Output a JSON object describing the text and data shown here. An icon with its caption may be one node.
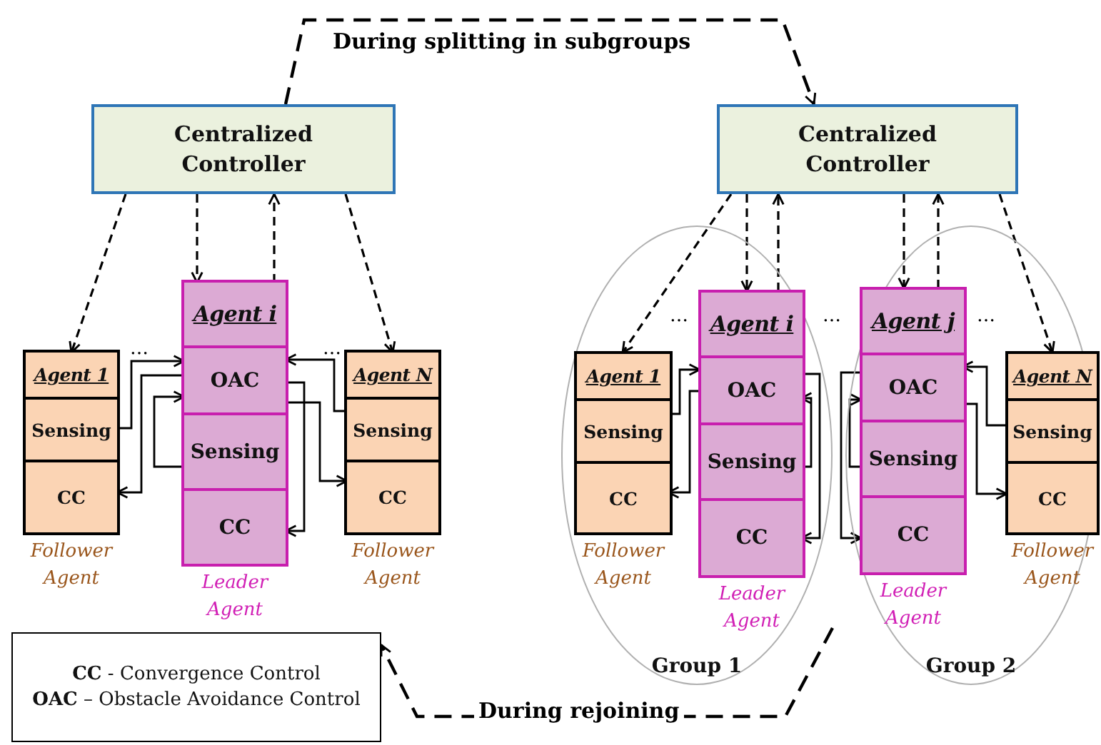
{
  "diagram": {
    "nodes": [
      {
        "text": [
          "Centralized Controller"
        ]
      },
      {
        "text": [],
        "shape": "box",
        "beside": [
          "Follower Agent"
        ]
      },
      {
        "text": [
          "Agent 1"
        ],
        "in": 1
      },
      {
        "text": [
          "Sensing"
        ],
        "in": 1
      },
      {
        "text": [
          "CC"
        ],
        "in": 1
      },
      {
        "text": [],
        "shape": "box",
        "beside": [
          "Leader Agent"
        ]
      },
      {
        "text": [
          "Agent i"
        ],
        "in": 5
      },
      {
        "text": [
          "OAC"
        ],
        "in": 5
      },
      {
        "text": [
          "Sensing"
        ],
        "in": 5
      },
      {
        "text": [
          "CC"
        ],
        "in": 5
      },
      {
        "text": [],
        "shape": "box",
        "beside": [
          "Follower Agent"
        ]
      },
      {
        "text": [
          "Agent N"
        ],
        "in": 10
      },
      {
        "text": [
          "Sensing"
        ],
        "in": 10
      },
      {
        "text": [
          "CC"
        ],
        "in": 10
      },
      {
        "text": [
          "Centralized Controller"
        ]
      },
      {
        "text": [
          "Group 1"
        ]
      },
      {
        "text": [],
        "shape": "box",
        "in": 15,
        "beside": [
          "Follower Agent"
        ]
      },
      {
        "text": [
          "Agent 1"
        ],
        "in": 16
      },
      {
        "text": [
          "Sensing"
        ],
        "in": 16
      },
      {
        "text": [
          "CC"
        ],
        "in": 16
      },
      {
        "text": [],
        "shape": "box",
        "in": 15,
        "beside": [
          "Leader Agent"
        ]
      },
      {
        "text": [
          "Agent i"
        ],
        "in": 20
      },
      {
        "text": [
          "OAC"
        ],
        "in": 20
      },
      {
        "text": [
          "Sensing"
        ],
        "in": 20
      },
      {
        "text": [
          "CC"
        ],
        "in": 20
      },
      {
        "text": [
          "Group 2"
        ]
      },
      {
        "text": [],
        "shape": "box",
        "in": 25,
        "beside": [
          "Leader Agent"
        ]
      },
      {
        "text": [
          "Agent j"
        ],
        "in": 26
      },
      {
        "text": [
          "OAC"
        ],
        "in": 26
      },
      {
        "text": [
          "Sensing"
        ],
        "in": 26
      },
      {
        "text": [
          "CC"
        ],
        "in": 26
      },
      {
        "text": [],
        "shape": "box",
        "in": 25,
        "beside": [
          "Follower Agent"
        ]
      },
      {
        "text": [
          "Agent N"
        ],
        "in": 31
      },
      {
        "text": [
          "Sensing"
        ],
        "in": 31
      },
      {
        "text": [
          "CC"
        ],
        "in": 31
      },
      {
        "text": [
          "**CC** - Convergence Control",
          "**OAC** – Obstacle Avoidance Control"
        ]
      }
    ],
    "edges": [
      {
        "from": 0,
        "to": 14,
        "arrow": "to",
        "style": "dashed",
        "label": "During splitting in subgroups"
      },
      {
        "from": 0,
        "to": 2,
        "arrow": "to",
        "style": "dashed"
      },
      {
        "from": 0,
        "to": 6,
        "arrow": "to",
        "style": "dashed"
      },
      {
        "from": 6,
        "to": 0,
        "arrow": "to",
        "style": "dashed"
      },
      {
        "from": 0,
        "to": 11,
        "arrow": "to",
        "style": "dashed"
      },
      {
        "from": 3,
        "to": 7,
        "arrow": "to"
      },
      {
        "from": 7,
        "to": 4,
        "arrow": "to"
      },
      {
        "from": 8,
        "to": 7,
        "arrow": "to"
      },
      {
        "from": 12,
        "to": 7,
        "arrow": "to"
      },
      {
        "from": 7,
        "to": 9,
        "arrow": "to"
      },
      {
        "from": 7,
        "to": 13,
        "arrow": "to"
      },
      {
        "from": 14,
        "to": 17,
        "arrow": "to",
        "style": "dashed"
      },
      {
        "from": 14,
        "to": 21,
        "arrow": "to",
        "style": "dashed"
      },
      {
        "from": 21,
        "to": 14,
        "arrow": "to",
        "style": "dashed"
      },
      {
        "from": 14,
        "to": 27,
        "arrow": "to",
        "style": "dashed"
      },
      {
        "from": 27,
        "to": 14,
        "arrow": "to",
        "style": "dashed"
      },
      {
        "from": 14,
        "to": 32,
        "arrow": "to",
        "style": "dashed"
      },
      {
        "from": 18,
        "to": 22,
        "arrow": "to"
      },
      {
        "from": 22,
        "to": 19,
        "arrow": "to"
      },
      {
        "from": 22,
        "to": 24,
        "arrow": "to"
      },
      {
        "from": 23,
        "to": 22,
        "arrow": "to"
      },
      {
        "from": 28,
        "to": 30,
        "arrow": "to"
      },
      {
        "from": 29,
        "to": 28,
        "arrow": "to"
      },
      {
        "from": 33,
        "to": 28,
        "arrow": "to"
      },
      {
        "from": 28,
        "to": 34,
        "arrow": "to"
      },
      {
        "from": 15,
        "to": 35,
        "arrow": "to",
        "style": "dashed",
        "label": "During rejoining"
      }
    ],
    "labels": [
      "…",
      "…",
      "…",
      "…",
      "…"
    ]
  }
}
